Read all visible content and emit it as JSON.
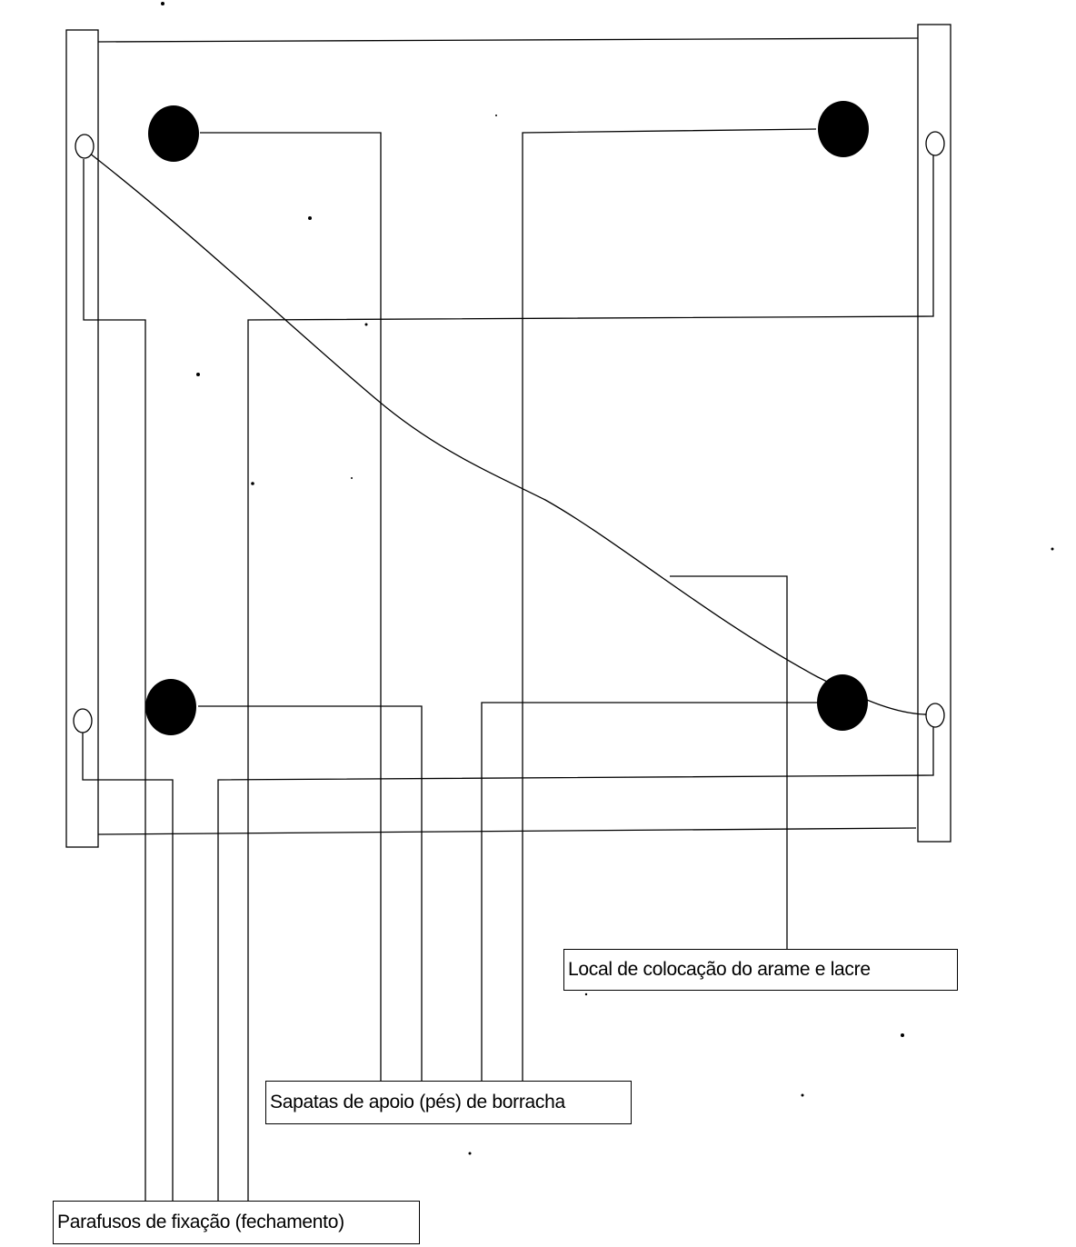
{
  "diagram": {
    "labels": {
      "wire_seal": "Local de colocação do arame e lacre",
      "rubber_feet": "Sapatas de apoio (pés) de borracha",
      "screws": "Parafusos de fixação (fechamento)"
    },
    "components": {
      "rubber_feet_count": 4,
      "fixing_screws_count": 4,
      "seal_wire_count": 1
    }
  }
}
